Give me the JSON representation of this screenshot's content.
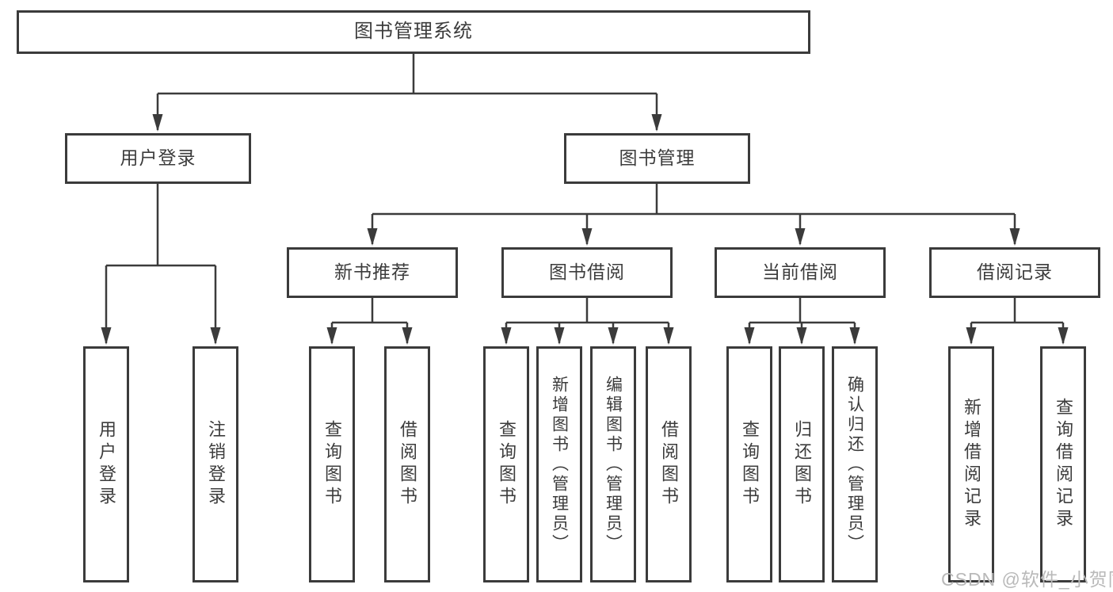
{
  "tree": {
    "root": "图书管理系统",
    "branches": [
      {
        "label": "用户登录",
        "children": [
          "用户登录",
          "注销登录"
        ]
      },
      {
        "label": "图书管理",
        "groups": [
          {
            "label": "新书推荐",
            "children": [
              "查询图书",
              "借阅图书"
            ]
          },
          {
            "label": "图书借阅",
            "children": [
              "查询图书",
              "新增图书（管理员）",
              "编辑图书（管理员）",
              "借阅图书"
            ]
          },
          {
            "label": "当前借阅",
            "children": [
              "查询图书",
              "归还图书",
              "确认归还（管理员）"
            ]
          },
          {
            "label": "借阅记录",
            "children": [
              "新增借阅记录",
              "查询借阅记录"
            ]
          }
        ]
      }
    ]
  },
  "watermark": "CSDN @软件_小贺同学",
  "colors": {
    "line": "#3b3b3b",
    "text": "#3c3c3c",
    "watermark": "#b9b9b9",
    "background": "#ffffff"
  }
}
